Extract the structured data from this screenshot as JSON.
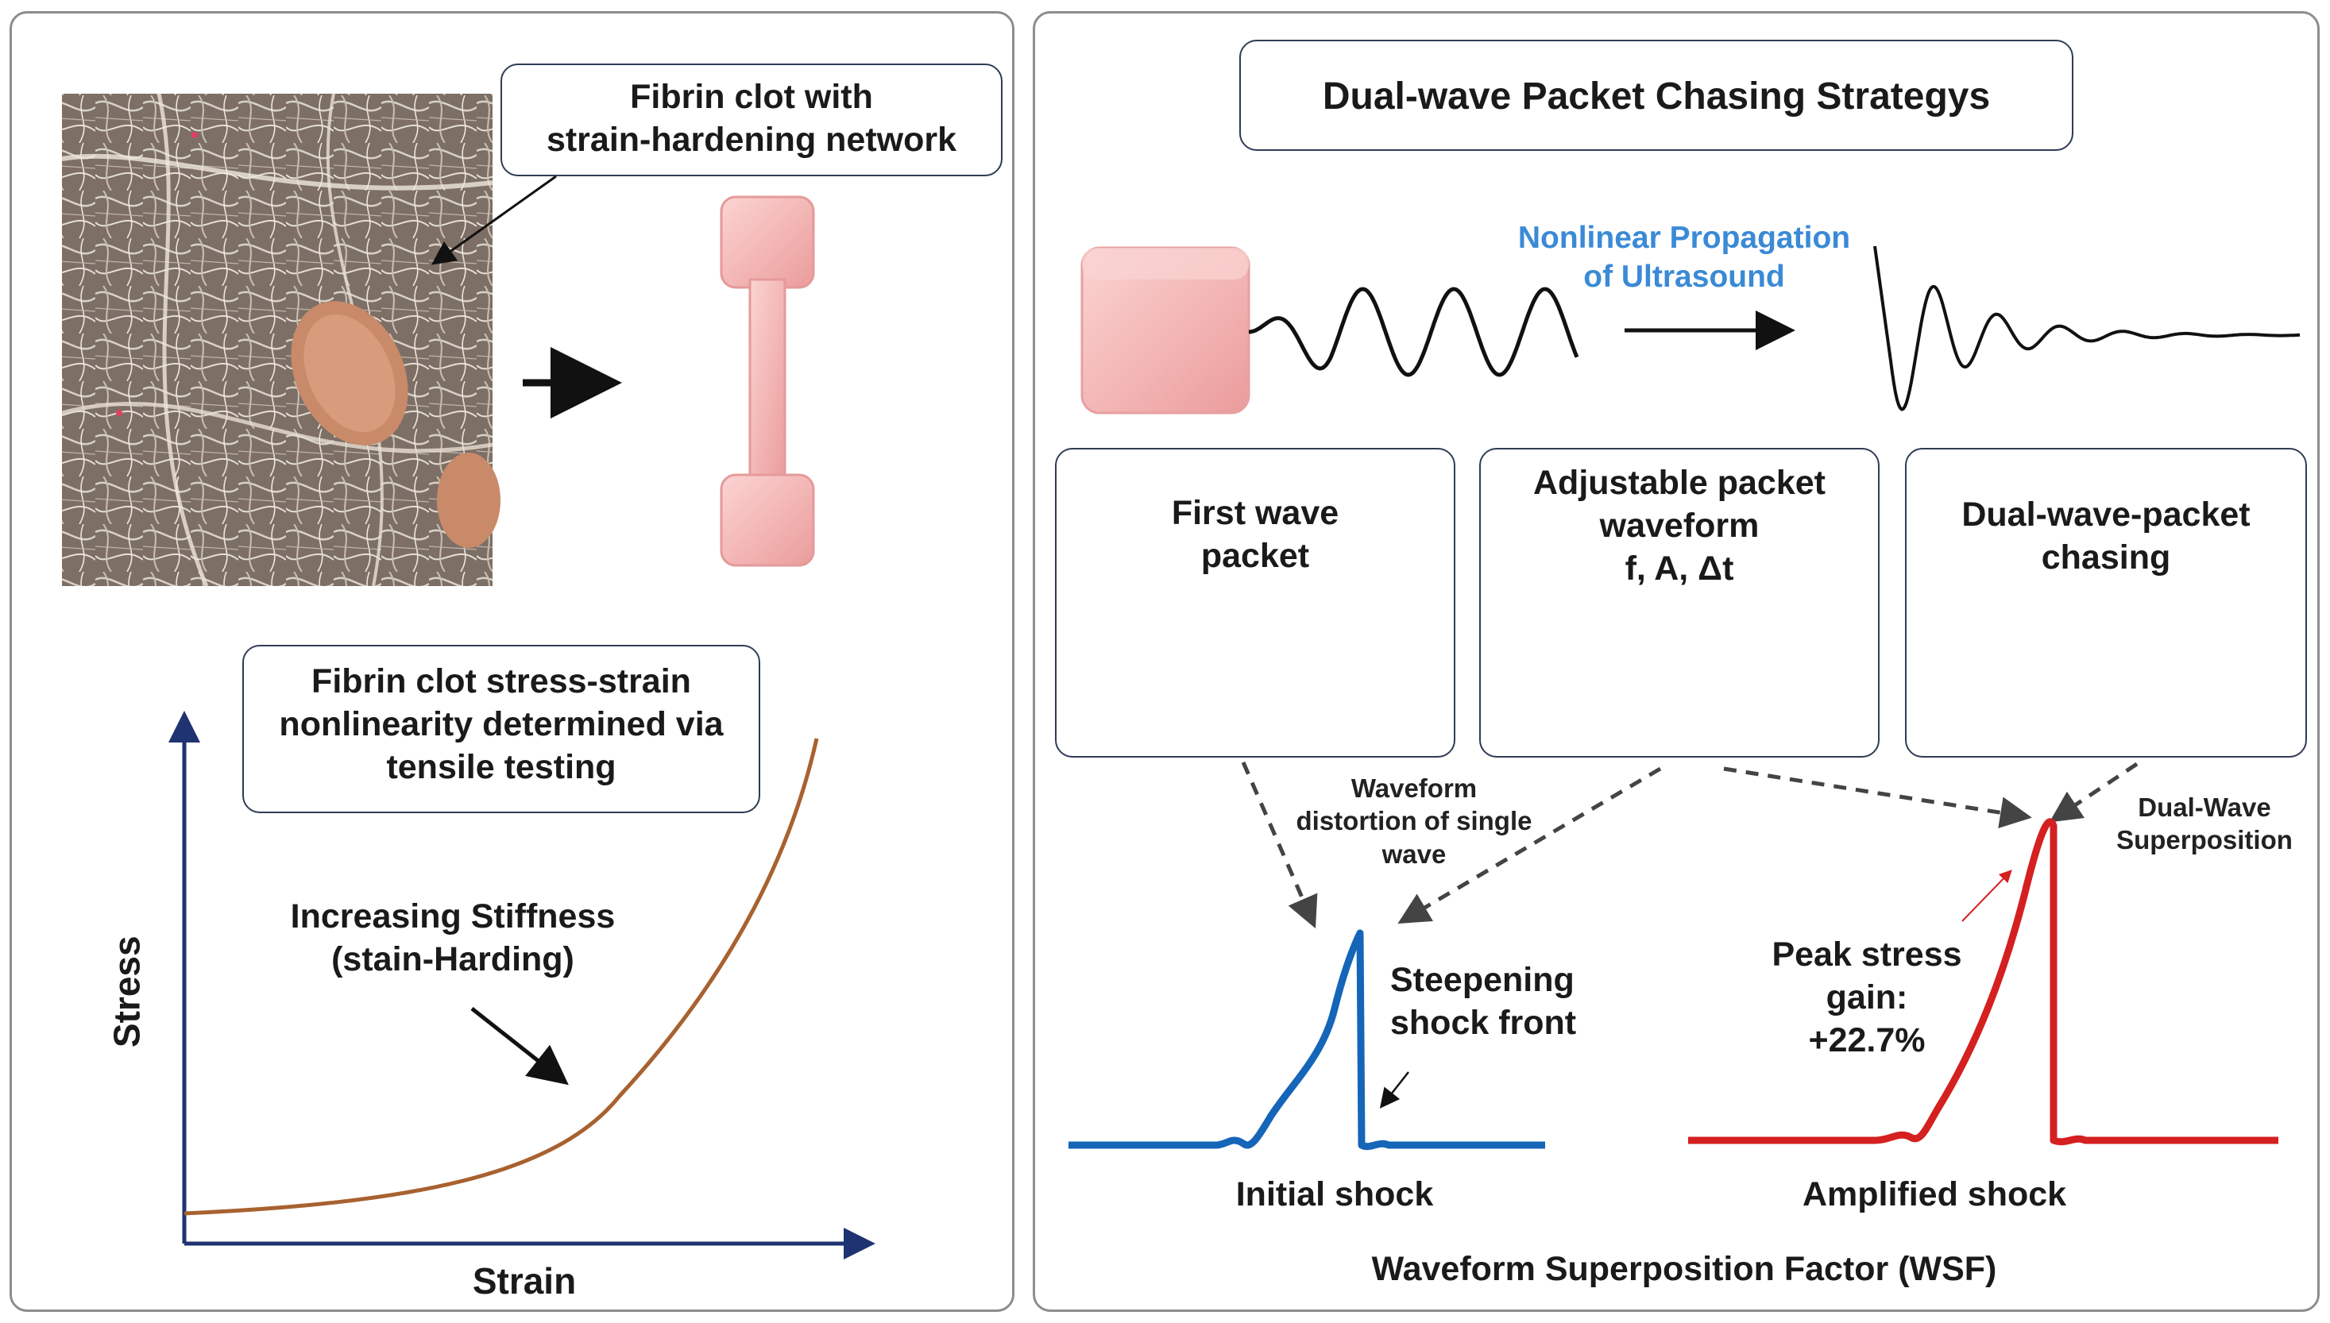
{
  "left": {
    "clot_label": "Fibrin clot with\nstrain-hardening network",
    "stress_strain_label": "Fibrin clot stress-strain\nnonlinearity determined via\ntensile testing",
    "stiffness_label": "Increasing Stiffness\n(stain-Harding)",
    "y_axis_label": "Stress",
    "x_axis_label": "Strain"
  },
  "right": {
    "title": "Dual-wave Packet Chasing Strategys",
    "propagation_label": "Nonlinear Propagation\nof Ultrasound",
    "cards": [
      {
        "label": "First wave\npacket"
      },
      {
        "label": "Adjustable packet\nwaveform\nf, A, Δt"
      },
      {
        "label": "Dual-wave-packet\nchasing"
      }
    ],
    "distortion_label": "Waveform\ndistortion of single\nwave",
    "superposition_label": "Dual-Wave\nSuperposition",
    "steepening_label": "Steepening\nshock front",
    "peak_gain_label": "Peak stress\ngain:\n+22.7%",
    "initial_shock_label": "Initial shock",
    "amplified_shock_label": "Amplified shock",
    "wsf_label": "Waveform Superposition Factor (WSF)"
  },
  "colors": {
    "orange": "#e8882c",
    "blue": "#4a7fd0",
    "shock_blue": "#1565b8",
    "shock_red": "#d42020",
    "curve_brown": "#a8612f",
    "axis_navy": "#1e3370",
    "title_blue": "#3a8ad6",
    "pink": "#f0a6a6"
  }
}
